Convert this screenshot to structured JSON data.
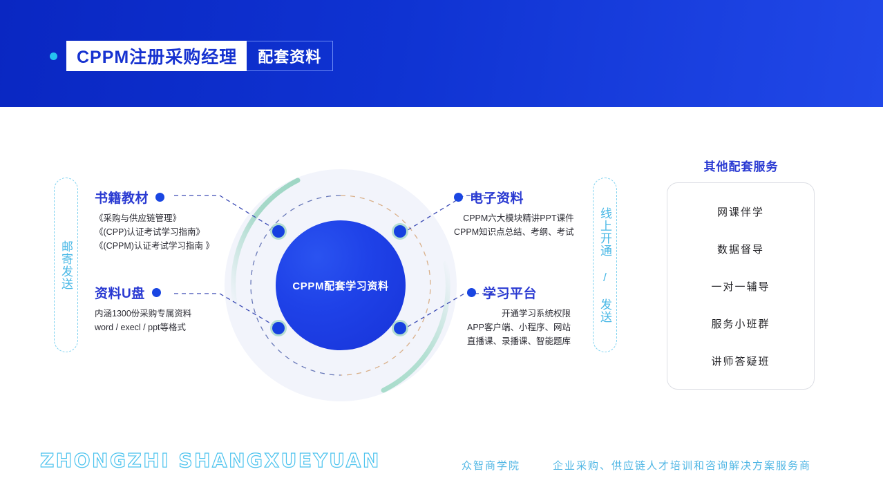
{
  "header": {
    "bullet_icon": "bullet-dot-icon",
    "title_main": "CPPM注册采购经理",
    "title_sub": "配套资料"
  },
  "diagram": {
    "center_label": "CPPM配套学习资料",
    "pill_left": "邮寄发送",
    "pill_right": "线上开通 / 发送",
    "blocks": [
      {
        "key": "books",
        "title": "书籍教材",
        "lines": [
          "《采购与供应链管理》",
          "《(CPP)认证考试学习指南》",
          "《(CPPM)认证考试学习指南 》"
        ]
      },
      {
        "key": "usb",
        "title": "资料U盘",
        "lines": [
          "内涵1300份采购专属资料",
          "word / execl / ppt等格式"
        ]
      },
      {
        "key": "electronic",
        "title": "电子资料",
        "lines": [
          "CPPM六大模块精讲PPT课件",
          "CPPM知识点总结、考纲、考试"
        ]
      },
      {
        "key": "platform",
        "title": "学习平台",
        "lines": [
          "开通学习系统权限",
          "APP客户端、小程序、网站",
          "直播课、录播课、智能题库"
        ]
      }
    ]
  },
  "services": {
    "title": "其他配套服务",
    "items": [
      "网课伴学",
      "数据督导",
      "一对一辅导",
      "服务小班群",
      "讲师答疑班"
    ]
  },
  "footer": {
    "logo": "ZHONGZHI SHANGXUEYUAN",
    "name": "众智商学院",
    "tagline": "企业采购、供应链人才培训和咨询解决方案服务商"
  },
  "colors": {
    "header_start": "#0a27c2",
    "header_end": "#2148e8",
    "accent_blue": "#1a46e2",
    "title_blue": "#2a3ad2",
    "cyan": "#4fb6e4",
    "mint": "#9ed6c4",
    "disc_bg": "#f2f4fb"
  }
}
